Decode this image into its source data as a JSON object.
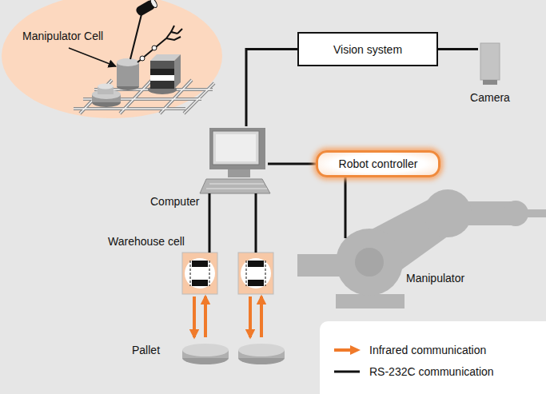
{
  "diagram": {
    "nodes": [
      {
        "text": [
          "Vision system"
        ]
      },
      {
        "text": [
          "Camera"
        ]
      },
      {
        "text": [
          "Robot controller"
        ]
      },
      {
        "text": [
          "Computer"
        ]
      },
      {
        "text": [
          "Warehouse cell"
        ]
      },
      {
        "text": [
          "Manipulator"
        ]
      },
      {
        "text": [
          "Pallet"
        ]
      }
    ],
    "edges": [
      {
        "from": 3,
        "to": 0,
        "arrow": "none"
      },
      {
        "from": 0,
        "to": 1,
        "arrow": "none"
      },
      {
        "from": 3,
        "to": 2,
        "arrow": "none"
      },
      {
        "from": 2,
        "to": 5,
        "arrow": "none"
      },
      {
        "from": 3,
        "to": 4,
        "arrow": "none"
      },
      {
        "from": 3,
        "to": 4,
        "arrow": "none"
      },
      {
        "from": 4,
        "to": 6,
        "arrow": "to"
      },
      {
        "from": 6,
        "to": 4,
        "arrow": "to"
      },
      {
        "from": 4,
        "to": 6,
        "arrow": "to"
      },
      {
        "from": 6,
        "to": 4,
        "arrow": "to"
      }
    ],
    "labels": [
      "Manipulator Cell"
    ],
    "legend": [
      {
        "text": "Infrared communication"
      },
      {
        "text": "RS-232C communication"
      }
    ]
  }
}
